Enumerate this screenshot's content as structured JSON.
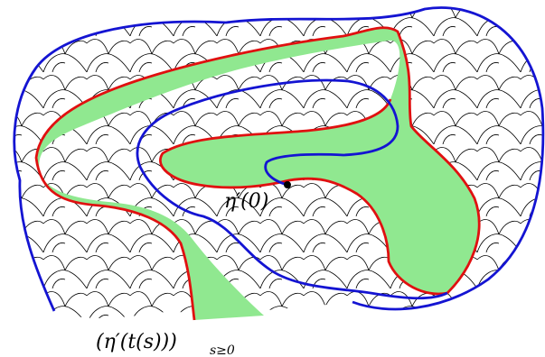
{
  "labels": {
    "eta_prime_zero": "η′(0)",
    "eta_prime_ts_main": "(η′(t(s)))",
    "eta_prime_ts_subscript": "s≥0"
  },
  "colors": {
    "outer_boundary": "#1414d2",
    "inner_boundary": "#1414d2",
    "red_curve": "#e01010",
    "green_fill": "#90e890",
    "cell_stroke": "#000000",
    "marked_point": "#000000"
  }
}
